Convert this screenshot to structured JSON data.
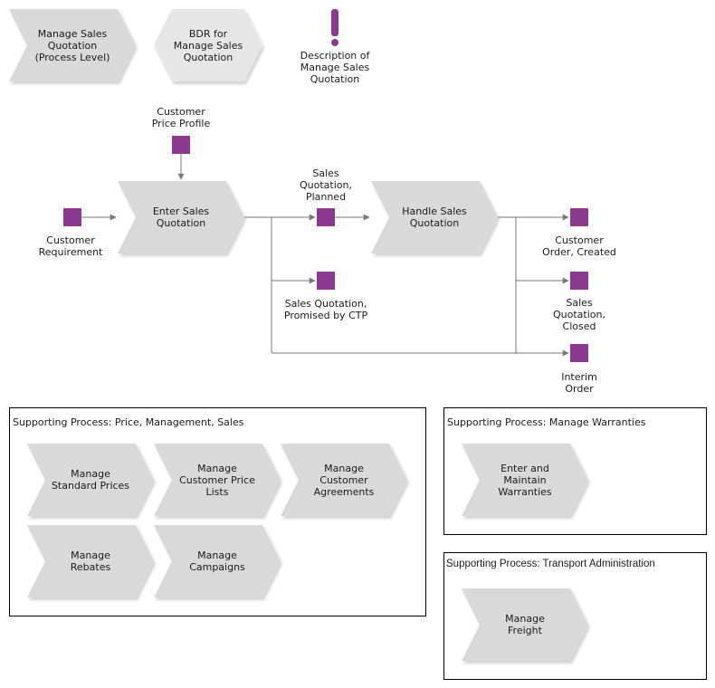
{
  "header": {
    "process_level": "Manage Sales\nQuotation\n(Process Level)",
    "bdr": "BDR for\nManage Sales\nQuotation",
    "description": "Description of\nManage Sales\nQuotation"
  },
  "flow": {
    "customer_price_profile": "Customer\nPrice Profile",
    "customer_requirement": "Customer\nRequirement",
    "enter_sales_quotation": "Enter Sales\nQuotation",
    "sales_quotation_planned": "Sales\nQuotation,\nPlanned",
    "handle_sales_quotation": "Handle Sales\nQuotation",
    "sales_quotation_promised": "Sales Quotation,\nPromised by CTP",
    "customer_order_created": "Customer\nOrder, Created",
    "sales_quotation_closed": "Sales\nQuotation,\nClosed",
    "interim_order": "Interim\nOrder"
  },
  "supporting": {
    "price": {
      "title": "Supporting Process: Price, Management, Sales",
      "items": [
        "Manage\nStandard Prices",
        "Manage\nCustomer Price\nLists",
        "Manage\nCustomer\nAgreements",
        "Manage\nRebates",
        "Manage\nCampaigns"
      ]
    },
    "warranties": {
      "title": "Supporting Process: Manage Warranties",
      "items": [
        "Enter and\nMaintain\nWarranties"
      ]
    },
    "transport": {
      "title": "Supporting Process: Transport Administration",
      "items": [
        "Manage\nFreight"
      ]
    }
  },
  "colors": {
    "chevron_fill": "#d9d9d9",
    "chevron_shadow": "#bdbdbd",
    "event_fill": "#8b3a8f",
    "connector": "#7a7a7a",
    "exclaim": "#8b3a8f"
  }
}
